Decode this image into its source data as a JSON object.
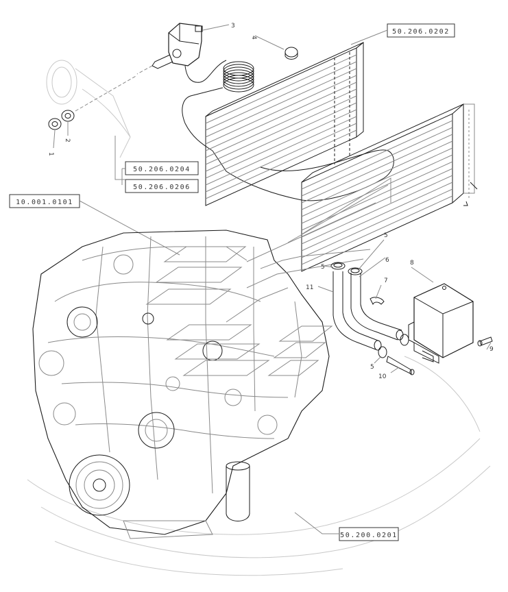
{
  "reference_codes": [
    {
      "id": "ref-50-206-0202",
      "text": "50.206.0202"
    },
    {
      "id": "ref-50-206-0204",
      "text": "50.206.0204"
    },
    {
      "id": "ref-50-206-0206",
      "text": "50.206.0206"
    },
    {
      "id": "ref-10-001-0101",
      "text": "10.001.0101"
    },
    {
      "id": "ref-50-200-0201",
      "text": "50.200.0201"
    }
  ],
  "callouts": [
    "1",
    "2",
    "3",
    "4",
    "5",
    "6",
    "7",
    "8",
    "9",
    "10",
    "11"
  ],
  "callout_labels": [
    {
      "id": "c3",
      "text": "3"
    },
    {
      "id": "c4",
      "text": "4"
    },
    {
      "id": "c1",
      "text": "1"
    },
    {
      "id": "c2",
      "text": "2"
    },
    {
      "id": "c5a",
      "text": "5"
    },
    {
      "id": "c5b",
      "text": "5"
    },
    {
      "id": "c6",
      "text": "6"
    },
    {
      "id": "c8",
      "text": "8"
    },
    {
      "id": "c7",
      "text": "7"
    },
    {
      "id": "c11",
      "text": "11"
    },
    {
      "id": "c9",
      "text": "9"
    },
    {
      "id": "c5c",
      "text": "5"
    },
    {
      "id": "c10",
      "text": "10"
    }
  ]
}
